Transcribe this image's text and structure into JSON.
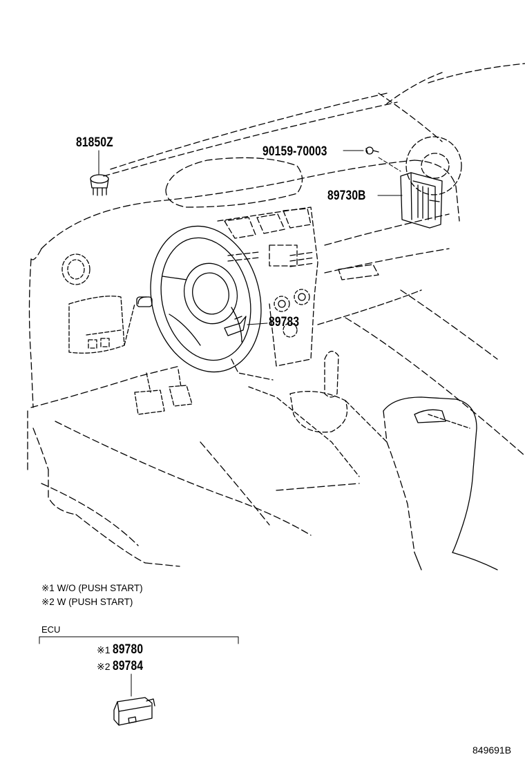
{
  "callouts": {
    "p81850z": "81850Z",
    "p90159": "90159-70003",
    "p89730b": "89730B",
    "p89783": "89783"
  },
  "notes": {
    "n1": "※1 W/O (PUSH START)",
    "n2": "※2 W (PUSH START)"
  },
  "ecu": {
    "heading": "ECU",
    "row1_mark": "※1",
    "row1_part": "89780",
    "row2_mark": "※2",
    "row2_part": "89784"
  },
  "figure_ref": "849691B",
  "colors": {
    "line": "#000000",
    "background": "#ffffff"
  }
}
